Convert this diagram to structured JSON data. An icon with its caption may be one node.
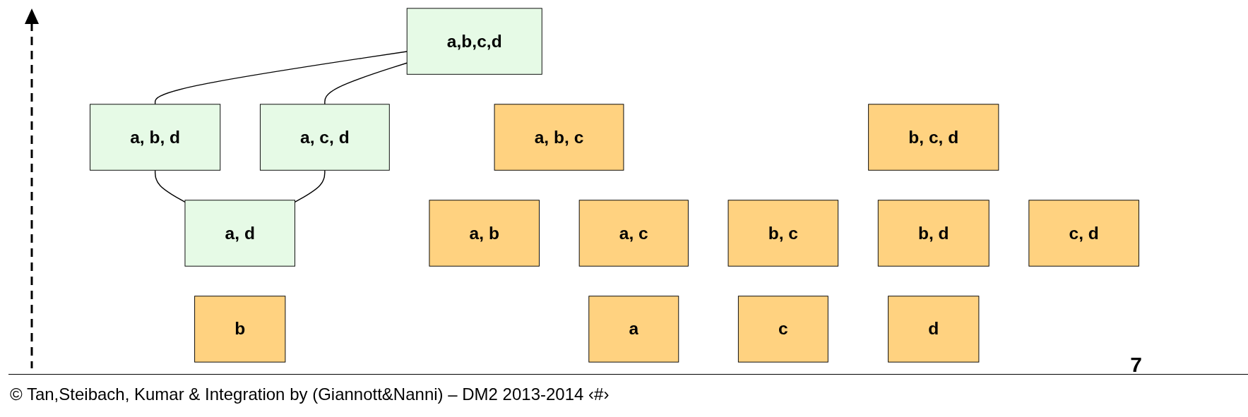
{
  "diagram": {
    "nodes": [
      {
        "text": [
          "a,b,c,d"
        ]
      },
      {
        "text": [
          "a, b, c"
        ]
      },
      {
        "text": [
          "a, b, d"
        ]
      },
      {
        "text": [
          "a, c, d"
        ]
      },
      {
        "text": [
          "b, c, d"
        ]
      },
      {
        "text": [
          "a, b"
        ]
      },
      {
        "text": [
          "a, c"
        ]
      },
      {
        "text": [
          "a, d"
        ]
      },
      {
        "text": [
          "b, c"
        ]
      },
      {
        "text": [
          "b, d"
        ]
      },
      {
        "text": [
          "c, d"
        ]
      },
      {
        "text": [
          "a"
        ]
      },
      {
        "text": [
          "b"
        ]
      },
      {
        "text": [
          "c"
        ]
      },
      {
        "text": [
          "d"
        ]
      }
    ],
    "edges": [
      {
        "from": 0,
        "to": 2,
        "arrow": "none"
      },
      {
        "from": 0,
        "to": 3,
        "arrow": "none"
      },
      {
        "from": 2,
        "to": 7,
        "arrow": "none"
      },
      {
        "from": 3,
        "to": 7,
        "arrow": "none"
      }
    ],
    "labels": [
      "7",
      "© Tan,Steibach, Kumar & Integration by (Giannott&Nanni)  – DM2 2013-2014 ‹#›"
    ]
  }
}
